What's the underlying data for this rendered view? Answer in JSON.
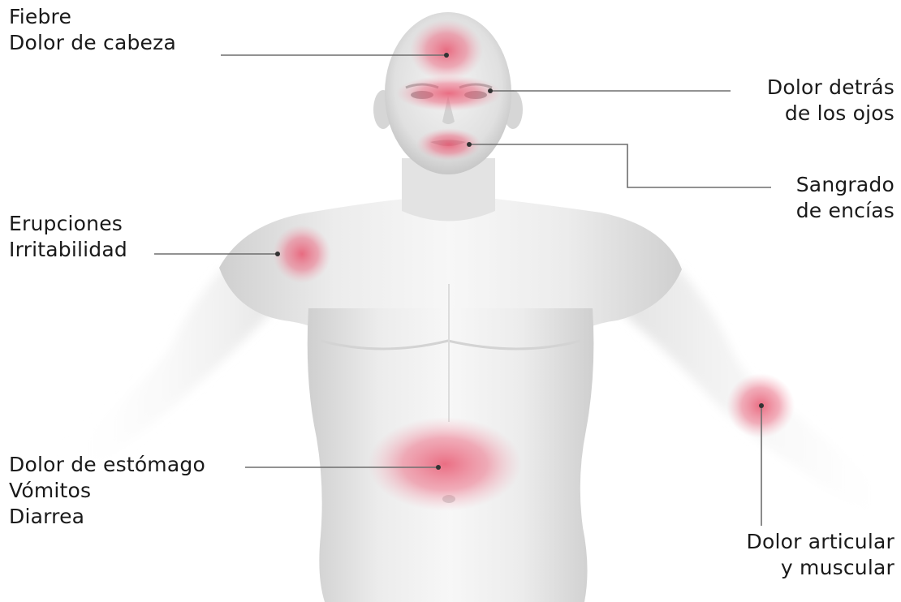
{
  "labels": {
    "head": {
      "lines": [
        "Fiebre",
        "Dolor de cabeza"
      ]
    },
    "eyes": {
      "lines": [
        "Dolor detrás",
        "de los ojos"
      ]
    },
    "gums": {
      "lines": [
        "Sangrado",
        "de encías"
      ]
    },
    "shoulder": {
      "lines": [
        "Erupciones",
        "Irritabilidad"
      ]
    },
    "stomach": {
      "lines": [
        "Dolor de estómago",
        "Vómitos",
        "Diarrea"
      ]
    },
    "joints": {
      "lines": [
        "Dolor articular",
        "y muscular"
      ]
    }
  },
  "colors": {
    "background": "#ffffff",
    "body_light": "#f3f3f3",
    "body_shade": "#c9c9c9",
    "highlight": "#e8566f",
    "leader_line": "#6e6e6e",
    "text": "#1a1a1a"
  }
}
